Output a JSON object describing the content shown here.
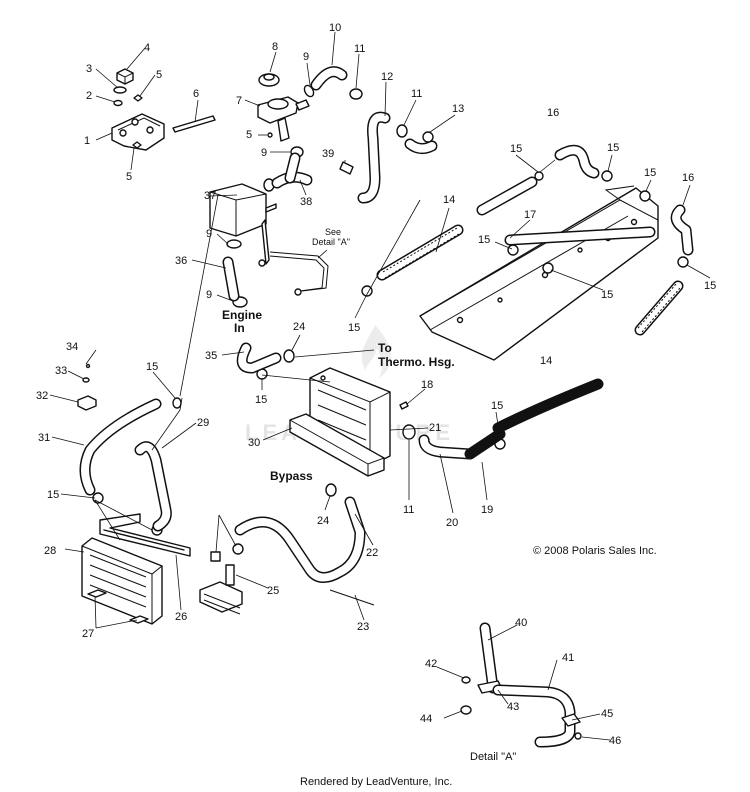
{
  "labels": [
    "1",
    "2",
    "3",
    "4",
    "5",
    "5",
    "6",
    "7",
    "8",
    "9",
    "9",
    "9",
    "9",
    "10",
    "11",
    "11",
    "11",
    "12",
    "13",
    "14",
    "14",
    "15",
    "15",
    "15",
    "15",
    "15",
    "15",
    "15",
    "15",
    "15",
    "15",
    "15",
    "16",
    "16",
    "17",
    "18",
    "19",
    "20",
    "21",
    "22",
    "23",
    "24",
    "24",
    "25",
    "26",
    "27",
    "28",
    "29",
    "30",
    "31",
    "32",
    "33",
    "34",
    "35",
    "36",
    "37",
    "38",
    "39",
    "40",
    "41",
    "42",
    "43",
    "44",
    "45",
    "46",
    "5"
  ],
  "notes": {
    "see_detail": "See",
    "see_detail_2": "Detail \"A\"",
    "engine_in_1": "Engine",
    "engine_in_2": "In",
    "to_thermo_1": "To",
    "to_thermo_2": "Thermo. Hsg.",
    "bypass": "Bypass",
    "detail_a": "Detail \"A\""
  },
  "copyright": "© 2008 Polaris Sales Inc.",
  "footer": "Rendered by LeadVenture, Inc.",
  "watermark": "LEADVENTURE"
}
